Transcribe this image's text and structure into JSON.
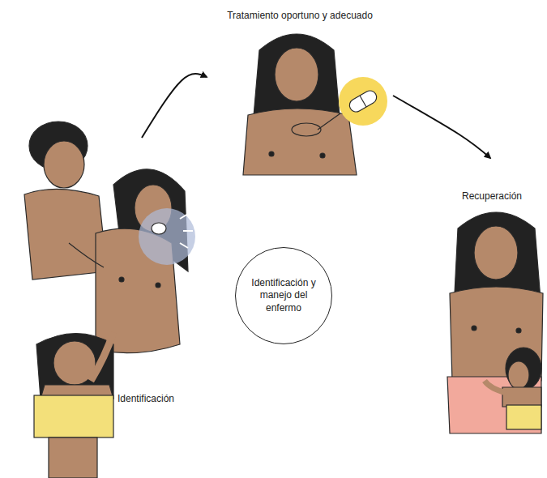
{
  "diagram": {
    "nodes": [
      {
        "text": [
          "Identificación"
        ]
      },
      {
        "text": [
          "Tratamiento oportuno y adecuado"
        ]
      },
      {
        "text": [
          "Recuperación"
        ]
      },
      {
        "text": [
          "Identificación y manejo del enfermo"
        ]
      }
    ],
    "edges": [
      {
        "from": 0,
        "to": 1,
        "arrow": "to"
      },
      {
        "from": 1,
        "to": 2,
        "arrow": "to"
      }
    ]
  }
}
